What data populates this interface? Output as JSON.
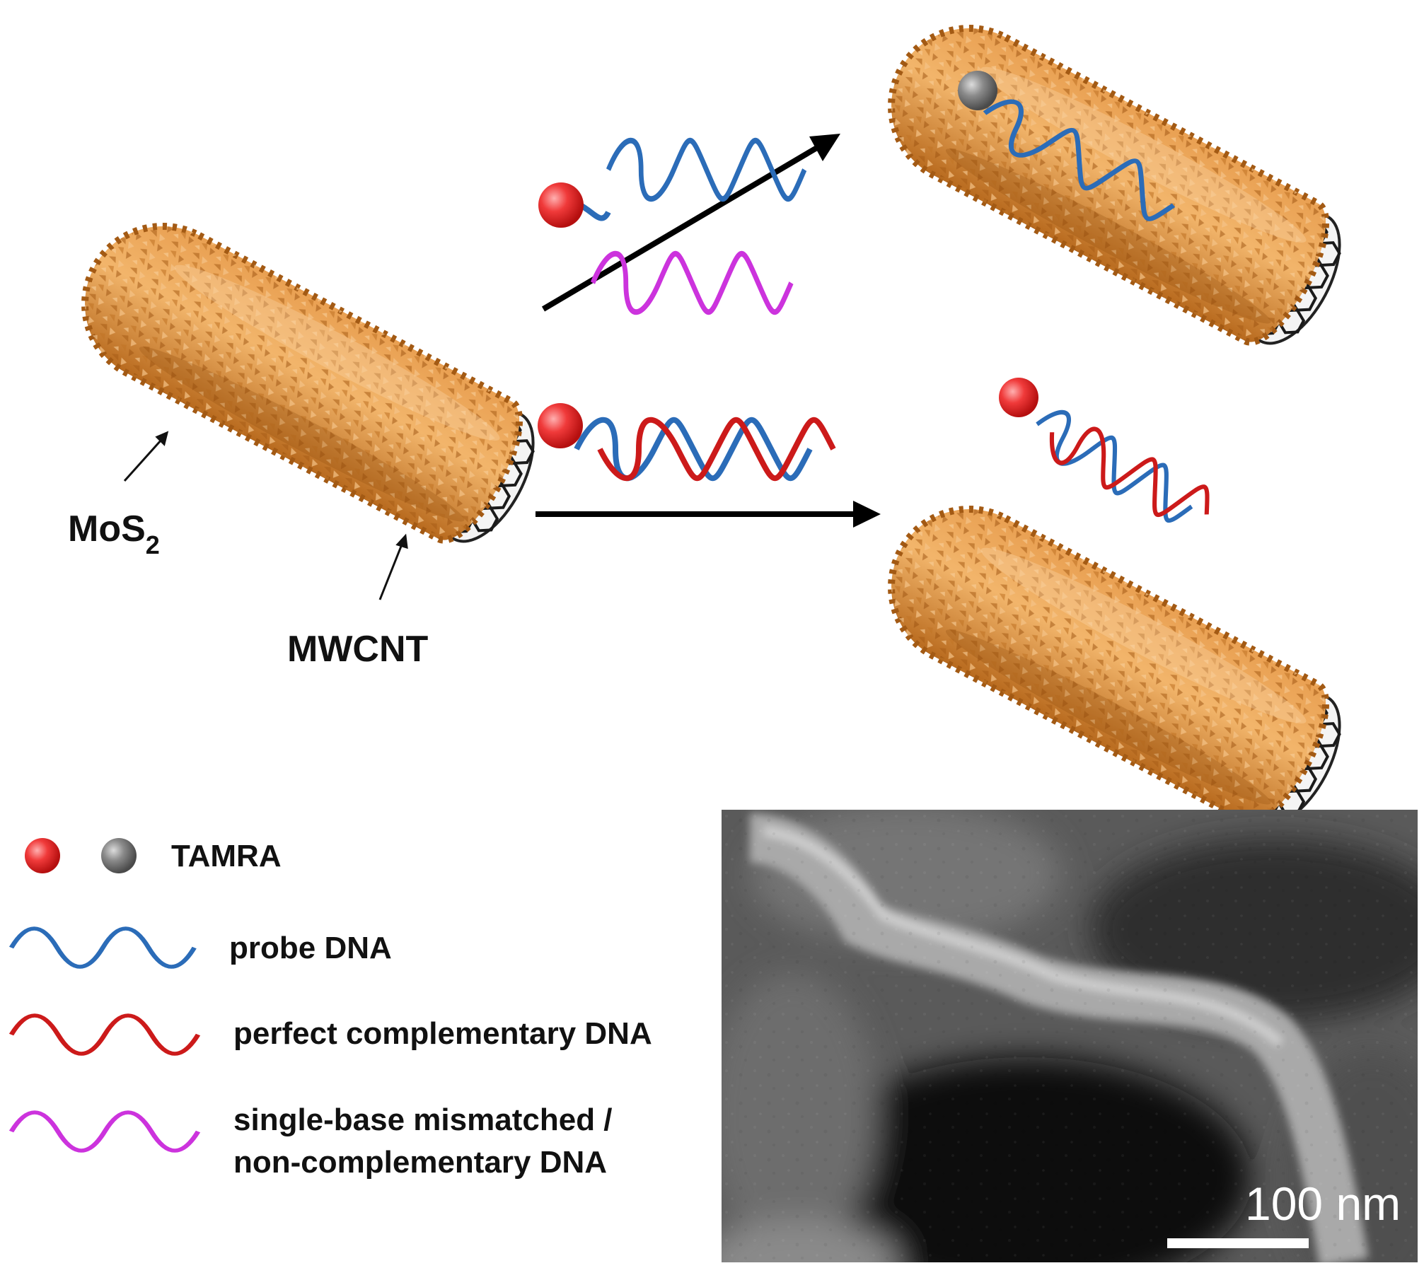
{
  "labels": {
    "mos2_base": "MoS",
    "mos2_sub": "2",
    "mwcnt": "MWCNT"
  },
  "legend": [
    {
      "text": "TAMRA",
      "icon": "tamra-dots"
    },
    {
      "text": "probe DNA",
      "color": "#2b6cb8"
    },
    {
      "text": "perfect complementary DNA",
      "color": "#cc1a1a"
    },
    {
      "text": "single-base mismatched /",
      "color": "#cc33dd"
    },
    {
      "text": "non-complementary DNA"
    }
  ],
  "sem": {
    "scale_label": "100 nm"
  },
  "colors": {
    "probe": "#2b6cb8",
    "complementary": "#cc1a1a",
    "mismatch": "#cc33dd",
    "tamra_on": "#ee2e2e",
    "tamra_quenched": "#7a7a7a",
    "mos2": "#d9862f",
    "mos2_dark": "#b5641a"
  }
}
